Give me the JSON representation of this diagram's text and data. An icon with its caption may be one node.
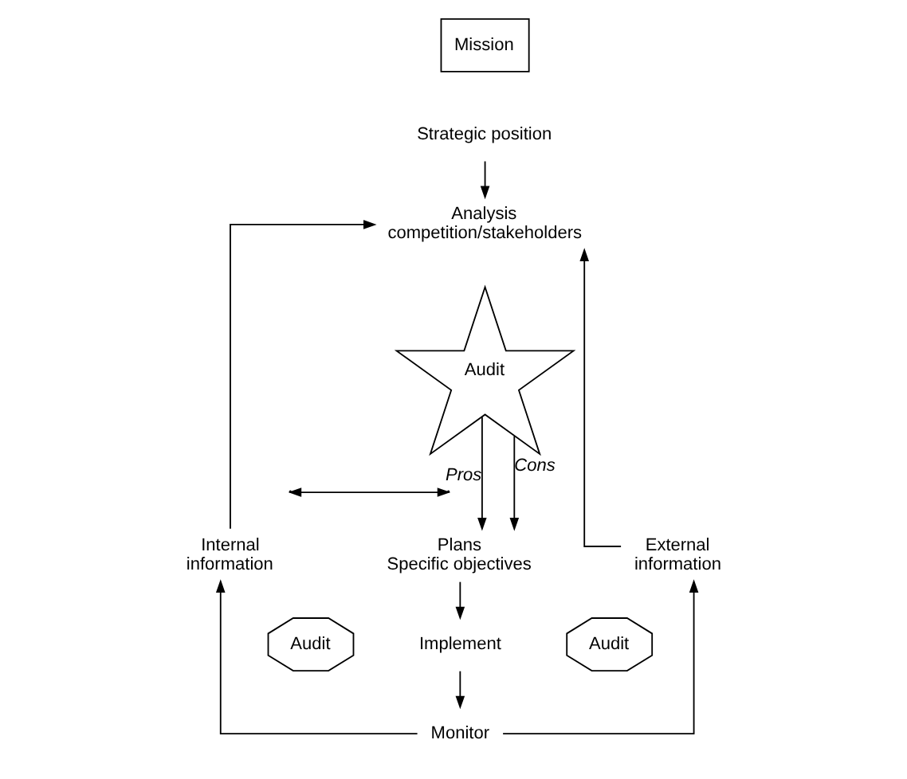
{
  "diagram": {
    "nodes": [
      {
        "text": [
          "Mission"
        ]
      },
      {
        "text": [
          "Strategic position"
        ]
      },
      {
        "text": [
          "Analysis competition/stakeholders"
        ]
      },
      {
        "text": [
          "Audit"
        ]
      },
      {
        "text": [
          "Internal information"
        ]
      },
      {
        "text": [
          "Plans Specific objectives"
        ]
      },
      {
        "text": [
          "External information"
        ]
      },
      {
        "text": [
          "Audit"
        ]
      },
      {
        "text": [
          "Implement"
        ]
      },
      {
        "text": [
          "Audit"
        ]
      },
      {
        "text": [
          "Monitor"
        ]
      }
    ],
    "edges": [
      {
        "from": 1,
        "to": 2,
        "arrow": "to"
      },
      {
        "from": 4,
        "to": 2,
        "arrow": "to"
      },
      {
        "from": 6,
        "to": 2,
        "arrow": "to"
      },
      {
        "from": 3,
        "to": 5,
        "label": "Pros",
        "arrow": "to"
      },
      {
        "from": 3,
        "to": 5,
        "label": "Cons",
        "arrow": "to"
      },
      {
        "from": 5,
        "to": 8,
        "arrow": "to"
      },
      {
        "from": 8,
        "to": 10,
        "arrow": "to"
      },
      {
        "from": 10,
        "to": 4,
        "arrow": "to"
      },
      {
        "from": 10,
        "to": 6,
        "arrow": "to"
      }
    ]
  }
}
